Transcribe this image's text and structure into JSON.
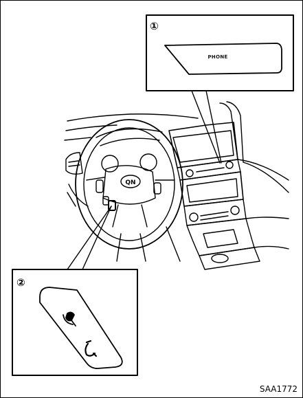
{
  "figure": {
    "callouts": [
      {
        "number": "①",
        "label": "PHONE",
        "part": "phone-button"
      },
      {
        "number": "②",
        "part": "steering-wheel-switches",
        "icons": [
          "mic-icon",
          "phone-handset-icon"
        ]
      }
    ],
    "figure_id": "SAA1772"
  }
}
